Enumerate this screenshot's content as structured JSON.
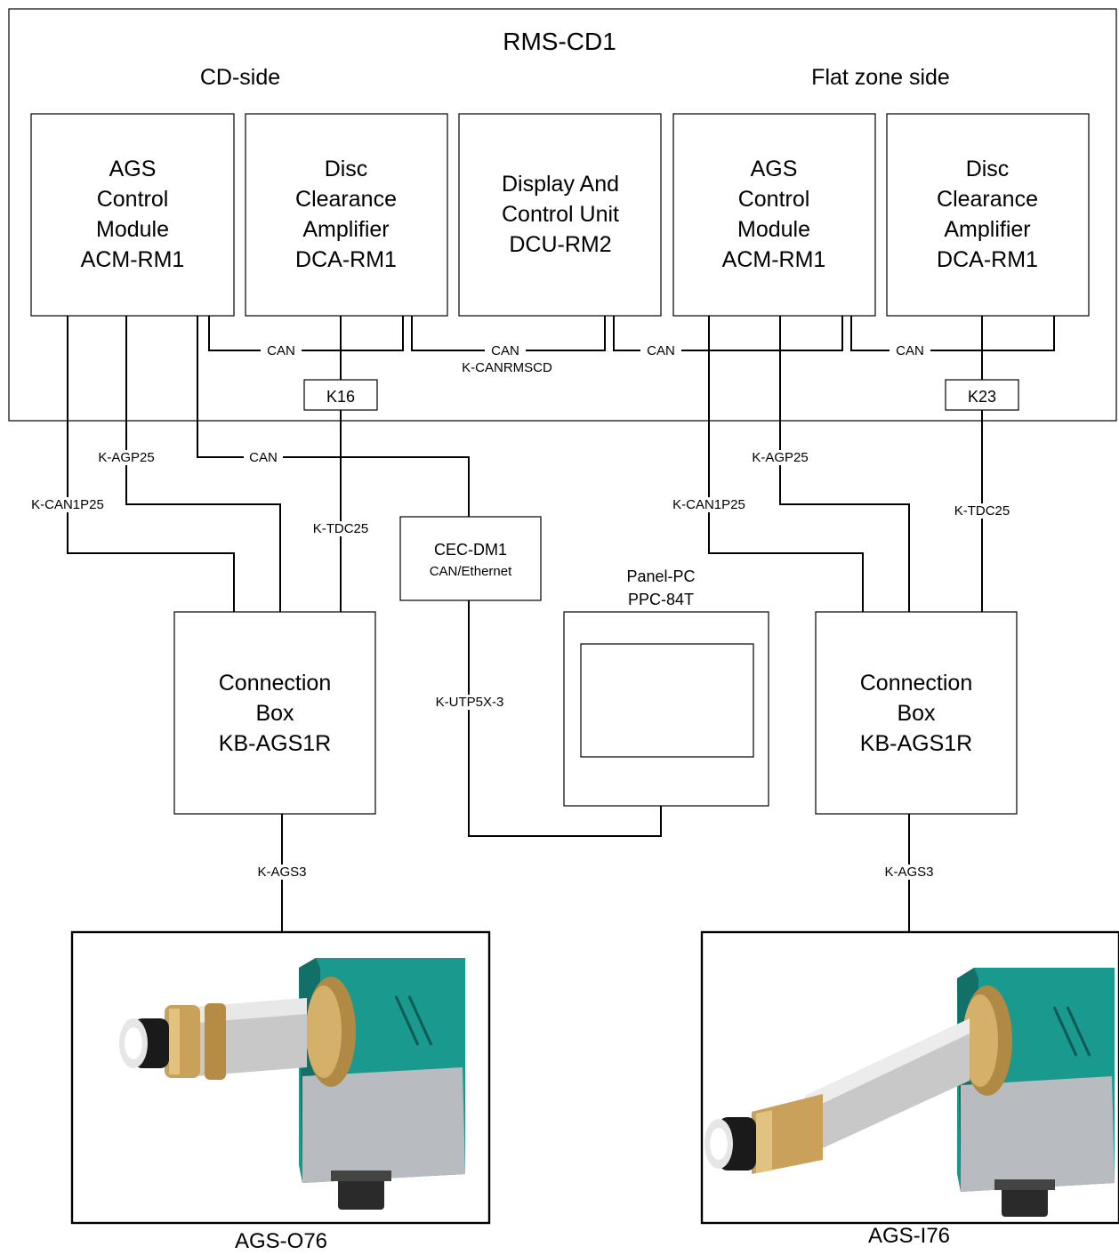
{
  "system": {
    "title": "RMS-CD1",
    "left_side": "CD-side",
    "right_side": "Flat zone side"
  },
  "modules": [
    {
      "lines": [
        "AGS",
        "Control",
        "Module",
        "ACM-RM1"
      ]
    },
    {
      "lines": [
        "Disc",
        "Clearance",
        "Amplifier",
        "DCA-RM1"
      ]
    },
    {
      "lines": [
        "Display And",
        "Control Unit",
        "DCU-RM2"
      ]
    },
    {
      "lines": [
        "AGS",
        "Control",
        "Module",
        "ACM-RM1"
      ]
    },
    {
      "lines": [
        "Disc",
        "Clearance",
        "Amplifier",
        "DCA-RM1"
      ]
    }
  ],
  "connectors": {
    "k16": "K16",
    "k23": "K23"
  },
  "cables": {
    "can_1": "CAN",
    "can_2": "CAN",
    "can_3": "CAN",
    "can_4": "CAN",
    "can_5": "CAN",
    "k_canrmscd": "K-CANRMSCD",
    "k_agp25_left": "K-AGP25",
    "k_agp25_right": "K-AGP25",
    "k_can1p25_left": "K-CAN1P25",
    "k_can1p25_right": "K-CAN1P25",
    "k_tdc25_left": "K-TDC25",
    "k_tdc25_right": "K-TDC25",
    "k_utp": "K-UTP5X-3",
    "k_ags3_left": "K-AGS3",
    "k_ags3_right": "K-AGS3"
  },
  "converter": {
    "name": "CEC-DM1",
    "desc": "CAN/Ethernet"
  },
  "panel_pc": {
    "name": "Panel-PC",
    "model": "PPC-84T"
  },
  "connection_boxes": [
    {
      "lines": [
        "Connection",
        "Box",
        "KB-AGS1R"
      ]
    },
    {
      "lines": [
        "Connection",
        "Box",
        "KB-AGS1R"
      ]
    }
  ],
  "sensors": [
    {
      "name": "AGS-O76"
    },
    {
      "name": "AGS-I76"
    }
  ],
  "colors": {
    "housing": "#1a9a8e",
    "housing_dark": "#127068",
    "brass": "#c9a15a",
    "steel": "#c8c8c8"
  }
}
